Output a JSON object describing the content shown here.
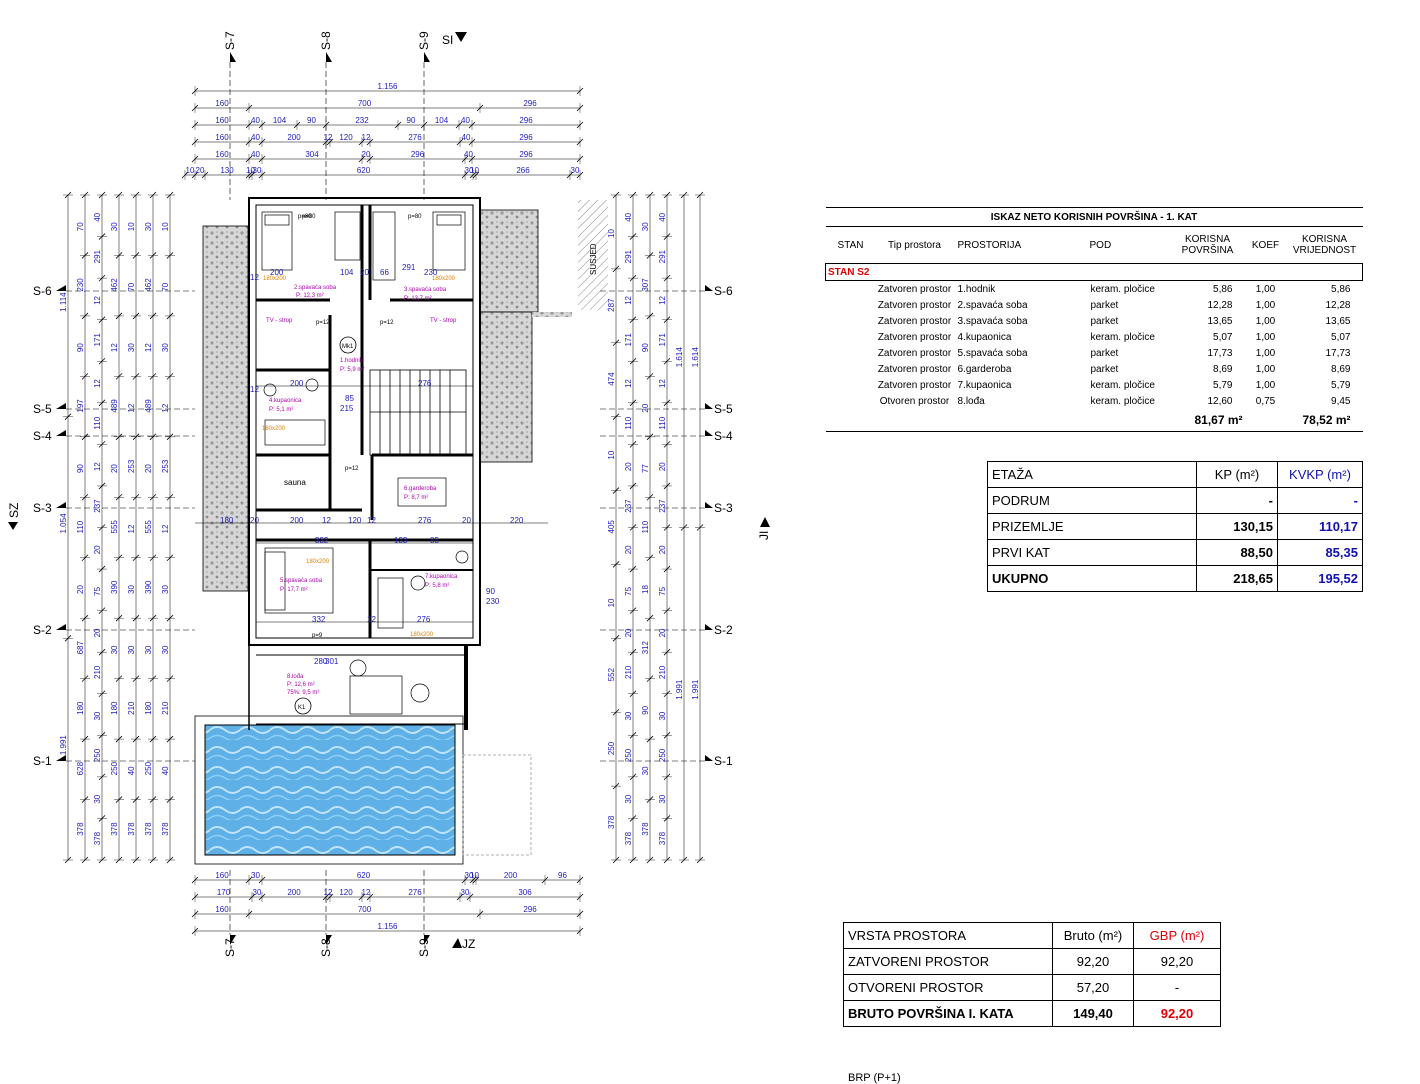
{
  "plan": {
    "compass": {
      "top": "SI",
      "bottom": "JZ",
      "left": "SZ",
      "right": "JI"
    },
    "sections_vertical": [
      "S-7",
      "S-8",
      "S-9"
    ],
    "sections_horizontal": [
      "S-6",
      "S-5",
      "S-4",
      "S-3",
      "S-2",
      "S-1"
    ],
    "susjed": "SUSJED",
    "top_dims": {
      "r1": [
        "1.156"
      ],
      "r2": [
        "160",
        "700",
        "296"
      ],
      "r3": [
        "160",
        "40",
        "104",
        "90",
        "232",
        "90",
        "104",
        "40",
        "296"
      ],
      "r4": [
        "160",
        "40",
        "200",
        "12",
        "120",
        "12",
        "276",
        "40",
        "296"
      ],
      "r5": [
        "160",
        "40",
        "304",
        "20",
        "296",
        "40",
        "296"
      ],
      "r6": [
        "10",
        "20",
        "130",
        "10",
        "30",
        "620",
        "30",
        "10",
        "266",
        "30"
      ]
    },
    "bottom_dims": {
      "r1": [
        "160",
        "30",
        "620",
        "30",
        "10",
        "200",
        "96"
      ],
      "r2": [
        "170",
        "30",
        "200",
        "12",
        "120",
        "12",
        "276",
        "30",
        "306"
      ],
      "r3": [
        "160",
        "700",
        "296"
      ],
      "r4": [
        "1.156"
      ]
    },
    "left_col1": [
      "70",
      "230",
      "90",
      "197",
      "90",
      "110",
      "20",
      "687",
      "180",
      "628",
      "378"
    ],
    "left_col2": [
      "40",
      "291",
      "12",
      "171",
      "12",
      "110",
      "12",
      "237",
      "20",
      "75",
      "20",
      "210",
      "30",
      "250",
      "30",
      "378"
    ],
    "left_col3": [
      "30",
      "462",
      "12",
      "489",
      "20",
      "555",
      "390",
      "30",
      "180",
      "250",
      "378"
    ],
    "left_col4": [
      "10",
      "70",
      "30",
      "12",
      "253",
      "12",
      "30",
      "30",
      "210",
      "40",
      "378"
    ],
    "left_total": [
      "1.114",
      "1.054",
      "1.991"
    ],
    "right_col1": [
      "10",
      "287",
      "474",
      "10",
      "405",
      "10",
      "552",
      "250",
      "378"
    ],
    "right_col2": [
      "40",
      "291",
      "12",
      "171",
      "12",
      "110",
      "20",
      "237",
      "20",
      "75",
      "20",
      "210",
      "30",
      "250",
      "30",
      "378"
    ],
    "right_col3": [
      "30",
      "307",
      "90",
      "20",
      "77",
      "110",
      "18",
      "312",
      "90",
      "30",
      "378"
    ],
    "right_total": [
      "1.614",
      "1.991"
    ],
    "rooms": [
      {
        "label": "2.spavaća soba",
        "area": "P: 12,3 m²"
      },
      {
        "label": "3.spavaća soba",
        "area": "P: 13,7 m²"
      },
      {
        "label": "1.hodnik",
        "area": "P: 5,9 m²"
      },
      {
        "label": "4.kupaonica",
        "area": "P: 5,1 m²"
      },
      {
        "label": "6.garderoba",
        "area": "P: 8,7 m²"
      },
      {
        "label": "5.spavaća soba",
        "area": "P: 17,7 m²"
      },
      {
        "label": "7.kupaonica",
        "area": "P: 5,8 m²"
      },
      {
        "label": "8.lođa",
        "area": "P: 12,6 m²",
        "area2": "75%: 9,5 m²"
      }
    ],
    "sauna": "sauna",
    "mk1": "Mk1",
    "k1": "K1",
    "tv_label": "TV - strop",
    "bed_label": "180x200",
    "inner_dims": [
      "200",
      "104",
      "20",
      "66",
      "230",
      "291",
      "200",
      "276",
      "85",
      "215",
      "180",
      "20",
      "200",
      "12",
      "120",
      "12",
      "276",
      "20",
      "220",
      "332",
      "133",
      "85",
      "332",
      "12",
      "276",
      "90",
      "230",
      "280",
      "301",
      "12",
      "12"
    ],
    "pe_labels": [
      "p=80",
      "p=80",
      "p=80",
      "p=12",
      "p=12",
      "p=12",
      "p=9"
    ]
  },
  "neto": {
    "title": "ISKAZ NETO KORISNIH POVRŠINA - 1. KAT",
    "headers": [
      "STAN",
      "Tip prostora",
      "PROSTORIJA",
      "POD",
      "KORISNA POVRŠINA",
      "KOEF",
      "KORISNA VRIJEDNOST"
    ],
    "stan": "STAN S2",
    "rows": [
      [
        "Zatvoren prostor",
        "1.hodnik",
        "keram. pločice",
        "5,86",
        "1,00",
        "5,86"
      ],
      [
        "Zatvoren prostor",
        "2.spavaća soba",
        "parket",
        "12,28",
        "1,00",
        "12,28"
      ],
      [
        "Zatvoren prostor",
        "3.spavaća soba",
        "parket",
        "13,65",
        "1,00",
        "13,65"
      ],
      [
        "Zatvoren prostor",
        "4.kupaonica",
        "keram. pločice",
        "5,07",
        "1,00",
        "5,07"
      ],
      [
        "Zatvoren prostor",
        "5.spavaća soba",
        "parket",
        "17,73",
        "1,00",
        "17,73"
      ],
      [
        "Zatvoren prostor",
        "6.garderoba",
        "parket",
        "8,69",
        "1,00",
        "8,69"
      ],
      [
        "Zatvoren prostor",
        "7.kupaonica",
        "keram. pločice",
        "5,79",
        "1,00",
        "5,79"
      ],
      [
        "Otvoren prostor",
        "8.lođa",
        "keram. pločice",
        "12,60",
        "0,75",
        "9,45"
      ]
    ],
    "total_area": "81,67 m²",
    "total_value": "78,52 m²"
  },
  "etaza": {
    "headers": [
      "ETAŽA",
      "KP (m²)",
      "KVKP (m²)"
    ],
    "rows": [
      [
        "PODRUM",
        "-",
        "-"
      ],
      [
        "PRIZEMLJE",
        "130,15",
        "110,17"
      ],
      [
        "PRVI KAT",
        "88,50",
        "85,35"
      ],
      [
        "UKUPNO",
        "218,65",
        "195,52"
      ]
    ]
  },
  "bruto": {
    "headers": [
      "VRSTA PROSTORA",
      "Bruto (m²)",
      "GBP (m²)"
    ],
    "rows": [
      [
        "ZATVORENI PROSTOR",
        "92,20",
        "92,20"
      ],
      [
        "OTVORENI PROSTOR",
        "57,20",
        "-"
      ],
      [
        "BRUTO POVRŠINA I. KATA",
        "149,40",
        "92,20"
      ]
    ]
  },
  "footer_cut": "BRP (P+1)",
  "colors": {
    "dim": "#2020c0",
    "red": "#e00000",
    "blue": "#1010b0",
    "pool": "#6fb6e6",
    "gravel": "#bfbfbf"
  }
}
